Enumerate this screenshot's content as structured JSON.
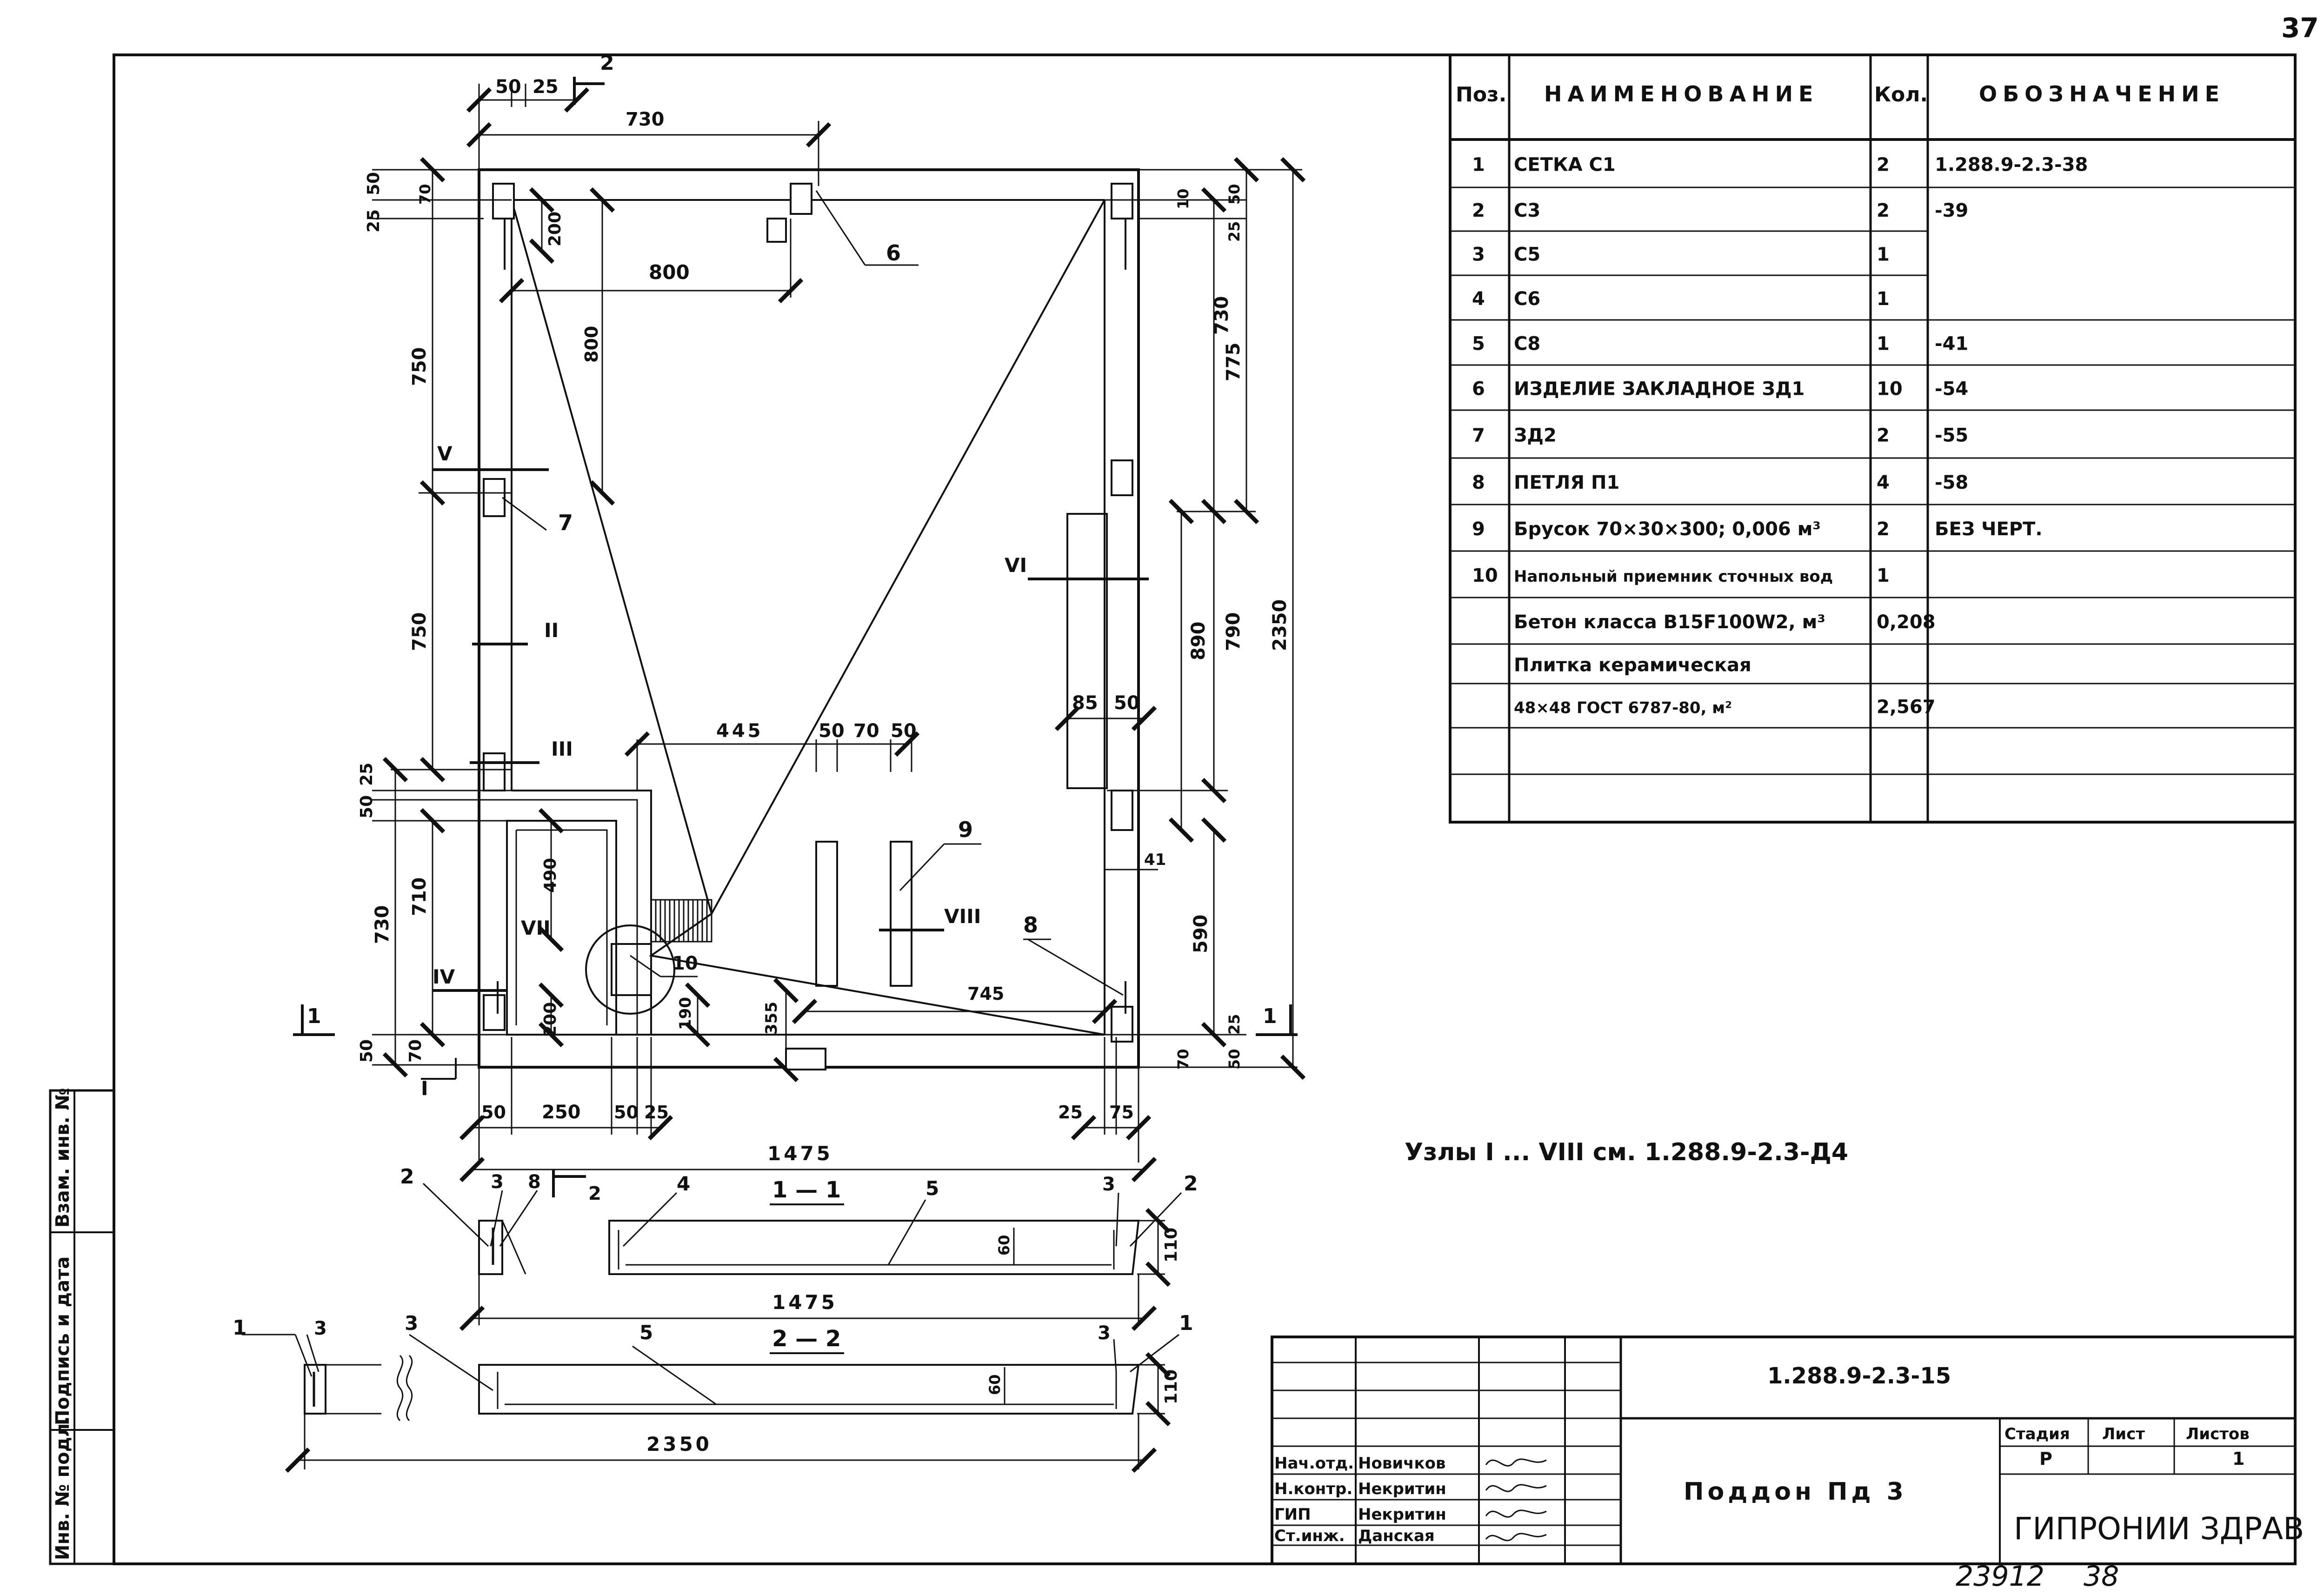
{
  "page_number": "37",
  "spec_table": {
    "headers": {
      "pos": "Поз.",
      "name": "НАИМЕНОВАНИЕ",
      "qty": "Кол.",
      "designation": "ОБОЗНАЧЕНИЕ"
    },
    "rows": [
      {
        "pos": "1",
        "name": "СЕТКА    С1",
        "qty": "2",
        "designation": "1.288.9-2.3-38"
      },
      {
        "pos": "2",
        "name": "С3",
        "qty": "2",
        "designation": "-39"
      },
      {
        "pos": "3",
        "name": "С5",
        "qty": "1",
        "designation": ""
      },
      {
        "pos": "4",
        "name": "С6",
        "qty": "1",
        "designation": ""
      },
      {
        "pos": "5",
        "name": "С8",
        "qty": "1",
        "designation": "-41"
      },
      {
        "pos": "6",
        "name": "ИЗДЕЛИЕ ЗАКЛАДНОЕ ЗД1",
        "qty": "10",
        "designation": "-54"
      },
      {
        "pos": "7",
        "name": "ЗД2",
        "qty": "2",
        "designation": "-55"
      },
      {
        "pos": "8",
        "name": "ПЕТЛЯ    П1",
        "qty": "4",
        "designation": "-58"
      },
      {
        "pos": "9",
        "name": "Брусок 70×30×300; 0,006 м³",
        "qty": "2",
        "designation": "БЕЗ ЧЕРТ."
      },
      {
        "pos": "10",
        "name": "Напольный приемник сточных вод",
        "qty": "1",
        "designation": ""
      },
      {
        "pos": "",
        "name": "Бетон класса В15F100W2, м³",
        "qty": "0,208",
        "designation": ""
      },
      {
        "pos": "",
        "name": "Плитка керамическая",
        "qty": "",
        "designation": ""
      },
      {
        "pos": "",
        "name": "48×48 ГОСТ 6787-80,       м²",
        "qty": "2,567",
        "designation": ""
      },
      {
        "pos": "",
        "name": "",
        "qty": "",
        "designation": ""
      },
      {
        "pos": "",
        "name": "",
        "qty": "",
        "designation": ""
      }
    ]
  },
  "plan": {
    "dims": {
      "top_50": "50",
      "top_25": "25",
      "top_730": "730",
      "inner_800": "800",
      "v200": "200",
      "v800": "800",
      "left_50": "50",
      "left_70": "70",
      "left_25": "25",
      "left_750a": "750",
      "left_750b": "750",
      "left_25b": "25",
      "left_50b": "50",
      "left_710": "710",
      "left_730": "730",
      "left_50c": "50",
      "left_70c": "70",
      "r_10": "10",
      "r_50": "50",
      "r_25": "25",
      "r_730": "730",
      "r_775": "775",
      "r_890": "890",
      "r_790": "790",
      "r_2350": "2350",
      "r_41": "41",
      "r_590": "590",
      "r_25b": "25",
      "r_70": "70",
      "r_50b": "50",
      "mid_445": "445",
      "mid_50a": "50",
      "mid_70": "70",
      "mid_50b": "50",
      "mid_85": "85",
      "mid_50c": "50",
      "v490": "490",
      "v200b": "200",
      "v190": "190",
      "v355": "355",
      "h745": "745",
      "bot_50": "50",
      "bot_250": "250",
      "bot_50b": "50",
      "bot_25": "25",
      "bot_25r": "25",
      "bot_75": "75",
      "bot_1475": "1475"
    },
    "node_labels": {
      "I": "I",
      "II": "II",
      "III": "III",
      "IV": "IV",
      "V": "V",
      "VI": "VI",
      "VII": "VII",
      "VIII": "VIII"
    },
    "callouts": {
      "c6": "6",
      "c7": "7",
      "c8": "8",
      "c9": "9",
      "c10": "10"
    },
    "section_marks": {
      "s1": "1",
      "s2": "2"
    }
  },
  "section_1_1": {
    "title": "1 — 1",
    "dim_1475": "1475",
    "dim_110": "110",
    "dim_60": "60",
    "callouts": {
      "c2l": "2",
      "c3l": "3",
      "c8": "8",
      "cut2": "2",
      "c4": "4",
      "c5": "5",
      "c3r": "3",
      "c2r": "2"
    }
  },
  "section_2_2": {
    "title": "2 — 2",
    "dim_2350": "2350",
    "dim_110": "110",
    "dim_60": "60",
    "callouts": {
      "c1l": "1",
      "c3l": "3",
      "c3m": "3",
      "c5": "5",
      "c3r": "3",
      "c1r": "1"
    }
  },
  "nodes_note": "Узлы I ... VIII  см. 1.288.9-2.3-Д4",
  "side_stamp": {
    "col1": "Инв. № подл.",
    "col2": "Подпись и дата",
    "col3": "Взам. инв. №"
  },
  "title_block": {
    "code": "1.288.9-2.3-15",
    "title": "Поддон  Пд 3",
    "org": "ГИПРОНИИ ЗДРАВ",
    "stage_label": "Стадия",
    "sheet_label": "Лист",
    "sheets_label": "Листов",
    "stage": "Р",
    "sheets": "1",
    "people": [
      {
        "role": "Нач.отд.",
        "name": "Новичков"
      },
      {
        "role": "Н.контр.",
        "name": "Некритин"
      },
      {
        "role": "ГИП",
        "name": "Некритин"
      },
      {
        "role": "Ст.инж.",
        "name": "Данская"
      }
    ]
  },
  "bottom_numbers": {
    "inv": "23912",
    "sheet": "38"
  }
}
